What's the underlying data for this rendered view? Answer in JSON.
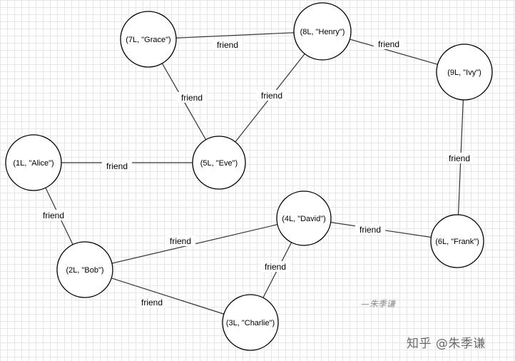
{
  "nodes": [
    {
      "id": "7",
      "label": "(7L, \"Grace\")"
    },
    {
      "id": "8",
      "label": "(8L, \"Henry\")"
    },
    {
      "id": "9",
      "label": "(9L, \"Ivy\")"
    },
    {
      "id": "1",
      "label": "(1L, \"Alice\")"
    },
    {
      "id": "5",
      "label": "(5L, \"Eve\")"
    },
    {
      "id": "4",
      "label": "(4L, \"David\")"
    },
    {
      "id": "6",
      "label": "(6L, \"Frank\")"
    },
    {
      "id": "2",
      "label": "(2L, \"Bob\")"
    },
    {
      "id": "3",
      "label": "(3L, \"Charlie\")"
    }
  ],
  "edges": [
    {
      "from": "7",
      "to": "8",
      "label": "friend"
    },
    {
      "from": "8",
      "to": "9",
      "label": "friend"
    },
    {
      "from": "7",
      "to": "5",
      "label": "friend"
    },
    {
      "from": "8",
      "to": "5",
      "label": "friend"
    },
    {
      "from": "9",
      "to": "6",
      "label": "friend"
    },
    {
      "from": "1",
      "to": "5",
      "label": "friend"
    },
    {
      "from": "1",
      "to": "2",
      "label": "friend"
    },
    {
      "from": "2",
      "to": "4",
      "label": "friend"
    },
    {
      "from": "4",
      "to": "6",
      "label": "friend"
    },
    {
      "from": "4",
      "to": "3",
      "label": "friend"
    },
    {
      "from": "2",
      "to": "3",
      "label": "friend"
    }
  ],
  "signature": "—朱季谦",
  "watermark": "知乎 @朱季谦"
}
